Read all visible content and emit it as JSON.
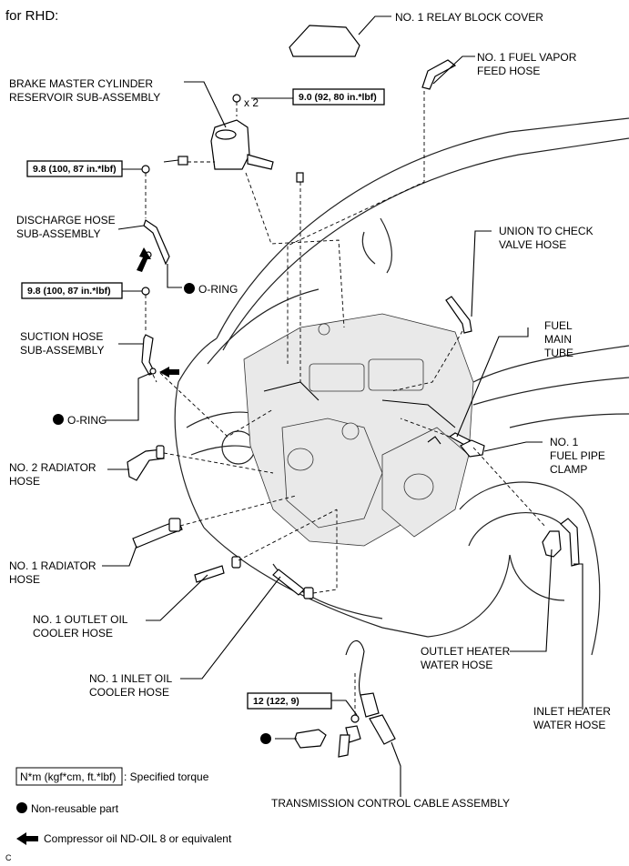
{
  "header": "for RHD:",
  "labels": {
    "relay_block_cover": "NO. 1 RELAY BLOCK COVER",
    "fuel_vapor_feed_hose": [
      "NO. 1 FUEL VAPOR",
      "FEED HOSE"
    ],
    "brake_master_cylinder": [
      "BRAKE MASTER CYLINDER",
      "RESERVOIR SUB-ASSEMBLY"
    ],
    "nut_multiplier": "x 2",
    "discharge_hose": [
      "DISCHARGE HOSE",
      "SUB-ASSEMBLY"
    ],
    "o_ring": "O-RING",
    "suction_hose": [
      "SUCTION HOSE",
      "SUB-ASSEMBLY"
    ],
    "no2_radiator_hose": [
      "NO. 2 RADIATOR",
      "HOSE"
    ],
    "no1_radiator_hose": [
      "NO. 1 RADIATOR",
      "HOSE"
    ],
    "outlet_oil_cooler_hose": [
      "NO. 1 OUTLET OIL",
      "COOLER HOSE"
    ],
    "inlet_oil_cooler_hose": [
      "NO. 1 INLET OIL",
      "COOLER HOSE"
    ],
    "union_check_valve_hose": [
      "UNION TO CHECK",
      "VALVE HOSE"
    ],
    "fuel_main_tube": [
      "FUEL",
      "MAIN",
      "TUBE"
    ],
    "fuel_pipe_clamp": [
      "NO. 1",
      "FUEL PIPE",
      "CLAMP"
    ],
    "outlet_heater_water_hose": [
      "OUTLET HEATER",
      "WATER HOSE"
    ],
    "inlet_heater_water_hose": [
      "INLET HEATER",
      "WATER HOSE"
    ],
    "transmission_control_cable": "TRANSMISSION CONTROL CABLE ASSEMBLY"
  },
  "torques": {
    "reservoir_nut": "9.0 (92, 80 in.*lbf)",
    "discharge_bolt": "9.8 (100, 87 in.*lbf)",
    "suction_bolt": "9.8 (100, 87 in.*lbf)",
    "cable_nut": "12 (122, 9)"
  },
  "legend": {
    "torque_unit": "N*m (kgf*cm, ft.*lbf)",
    "torque_text": ": Specified torque",
    "non_reusable": "Non-reusable part",
    "compressor_oil": "Compressor oil ND-OIL 8 or equivalent"
  },
  "figure_code": "C"
}
